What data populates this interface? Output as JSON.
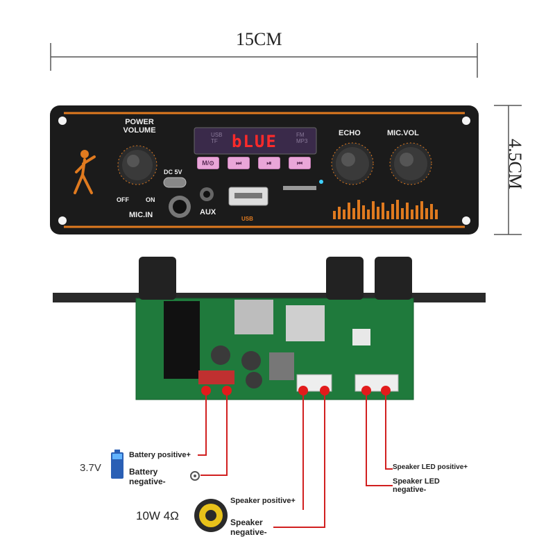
{
  "dimensions": {
    "width_label": "15CM",
    "height_label": "4.5CM"
  },
  "panel": {
    "power_volume": "POWER\nVOLUME",
    "off": "OFF",
    "on": "ON",
    "dc5v": "DC 5V",
    "mic_in": "MIC.IN",
    "aux": "AUX",
    "usb": "USB",
    "echo": "ECHO",
    "mic_vol": "MIC.VOL",
    "display_text": "bLUE",
    "display_left": "USB\nTF",
    "display_right": "FM\nMP3",
    "buttons": [
      "M/⊙",
      "⏭",
      "⏯",
      "⏮"
    ]
  },
  "connections": {
    "battery_voltage": "3.7V",
    "battery_positive": "Battery positive+",
    "battery_negative": "Battery\nnegative-",
    "speaker_spec": "10W 4Ω",
    "speaker_positive": "Speaker positive+",
    "speaker_negative": "Speaker\nnegative-",
    "led_positive": "Speaker LED positive+",
    "led_negative": "Speaker LED\nnegative-"
  },
  "colors": {
    "panel_bg": "#1b1b1b",
    "panel_accent": "#e07a1f",
    "pcb": "#1f7a3c",
    "wire": "#d11f1f",
    "display_led": "#ff2a2a"
  }
}
